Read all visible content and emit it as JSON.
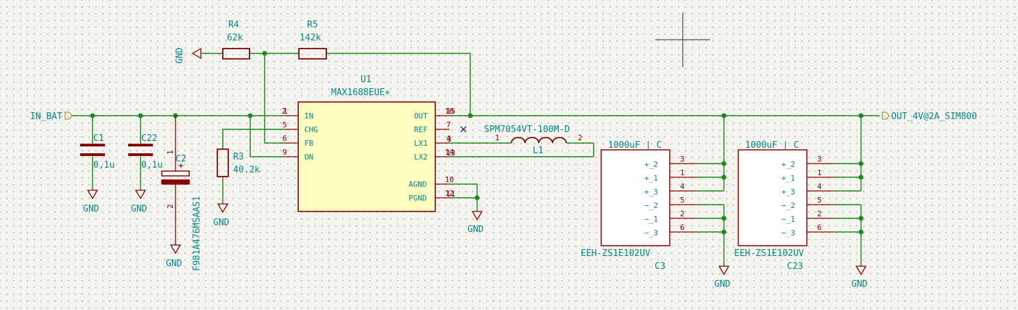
{
  "colors": {
    "background": "#f5f4ef",
    "wire": "#1a8a1a",
    "component": "#8a0000",
    "label": "#008a8a",
    "ic_fill": "#ffffc2"
  },
  "labels": {
    "in_bat": "IN_BAT",
    "out": "OUT_4V@2A_SIM800",
    "gnd": "GND"
  },
  "u1": {
    "ref": "U1",
    "value": "MAX1688EUE+",
    "pins_left": [
      {
        "num": "2",
        "num2": "1",
        "name": "IN"
      },
      {
        "num": "5",
        "name": "CHG"
      },
      {
        "num": "6",
        "name": "FB"
      },
      {
        "num": "9",
        "name": "ON"
      }
    ],
    "pins_right": [
      {
        "num": "16",
        "num2": "15",
        "name": "OUT"
      },
      {
        "num": "7",
        "name": "REF"
      },
      {
        "num": "4",
        "num2": "3",
        "name": "LX1"
      },
      {
        "num": "14",
        "num2": "13",
        "name": "LX2"
      },
      {
        "num": "10",
        "name": "AGND"
      },
      {
        "num": "12",
        "num2": "11",
        "name": "PGND"
      }
    ]
  },
  "resistors": {
    "r4": {
      "ref": "R4",
      "value": "62k"
    },
    "r5": {
      "ref": "R5",
      "value": "142k"
    },
    "r3": {
      "ref": "R3",
      "value": "40.2k"
    }
  },
  "capacitors": {
    "c1": {
      "ref": "C1",
      "value": "0,1u"
    },
    "c22": {
      "ref": "C22",
      "value": "0,1u"
    },
    "c2": {
      "ref": "C2",
      "value": "F981A476MSAAS1",
      "pin1": "1",
      "pin2": "2",
      "plus": "+"
    }
  },
  "inductor": {
    "ref": "L1",
    "value": "SPM7054VT-100M-D",
    "pin1": "1",
    "pin2": "2"
  },
  "cap_arrays": {
    "c3": {
      "ref": "C3",
      "value": "EEH-ZS1E102UV",
      "header": "1000uF | C"
    },
    "c23": {
      "ref": "C23",
      "value": "EEH-ZS1E102UV",
      "header": "1000uF | C"
    },
    "pins": [
      {
        "name": "+_2",
        "num": "3"
      },
      {
        "name": "+_1",
        "num": "1"
      },
      {
        "name": "+_3",
        "num": "4"
      },
      {
        "name": "−_2",
        "num": "5"
      },
      {
        "name": "−_1",
        "num": "2"
      },
      {
        "name": "−_3",
        "num": "6"
      }
    ]
  }
}
